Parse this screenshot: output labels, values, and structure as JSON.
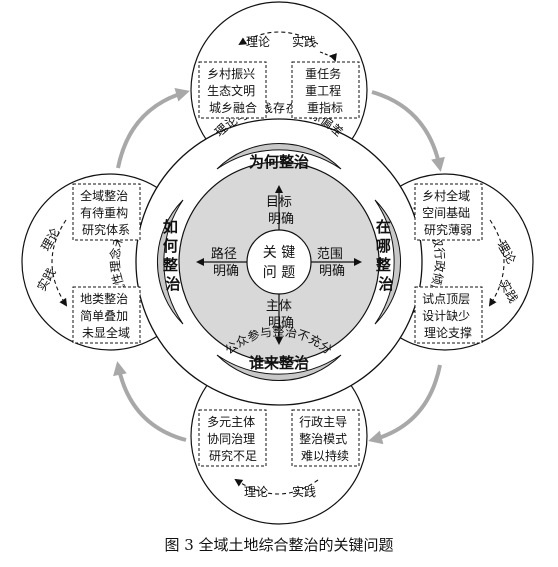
{
  "caption": "图 3  全域土地综合整治的关键问题",
  "center": {
    "line1": "关 键",
    "line2": "问 题"
  },
  "inner": {
    "top": [
      "目标",
      "明确"
    ],
    "left": [
      "路径",
      "明确"
    ],
    "right": [
      "范围",
      "明确"
    ],
    "bottom": [
      "主体",
      "明确"
    ]
  },
  "ring": {
    "top": "为何整治",
    "right": [
      "在",
      "哪",
      "整",
      "治"
    ],
    "bottom": "谁来整治",
    "left": [
      "如",
      "何",
      "整",
      "治"
    ]
  },
  "top_circle": {
    "theory": "理论",
    "practice": "实践",
    "box_left": [
      "乡村振兴",
      "生态文明",
      "城乡融合"
    ],
    "box_right": [
      "重任务",
      "重工程",
      "重指标"
    ],
    "arc_text": "理论与实践存在目标偏差"
  },
  "right_circle": {
    "theory": "理论",
    "practice": "实践",
    "box_top": [
      "乡村全域",
      "空间基础",
      "研究薄弱"
    ],
    "box_bottom": [
      "试点顶层",
      "设计缺少",
      "理论支撑"
    ],
    "arc_text": "试点选取行政倾向明显"
  },
  "bottom_circle": {
    "theory": "理论",
    "practice": "实践",
    "box_left": [
      "多元主体",
      "协同治理",
      "研究不足"
    ],
    "box_right": [
      "行政主导",
      "整治模式",
      "难以持续"
    ],
    "arc_text": "公众参与整治不充分"
  },
  "left_circle": {
    "theory": "理论",
    "practice": "实践",
    "box_top": [
      "全域整治",
      "有待重构",
      "研究体系"
    ],
    "box_bottom": [
      "地类整治",
      "简单叠加",
      "未显全域"
    ],
    "arc_text": "全域性理念未彰显"
  }
}
